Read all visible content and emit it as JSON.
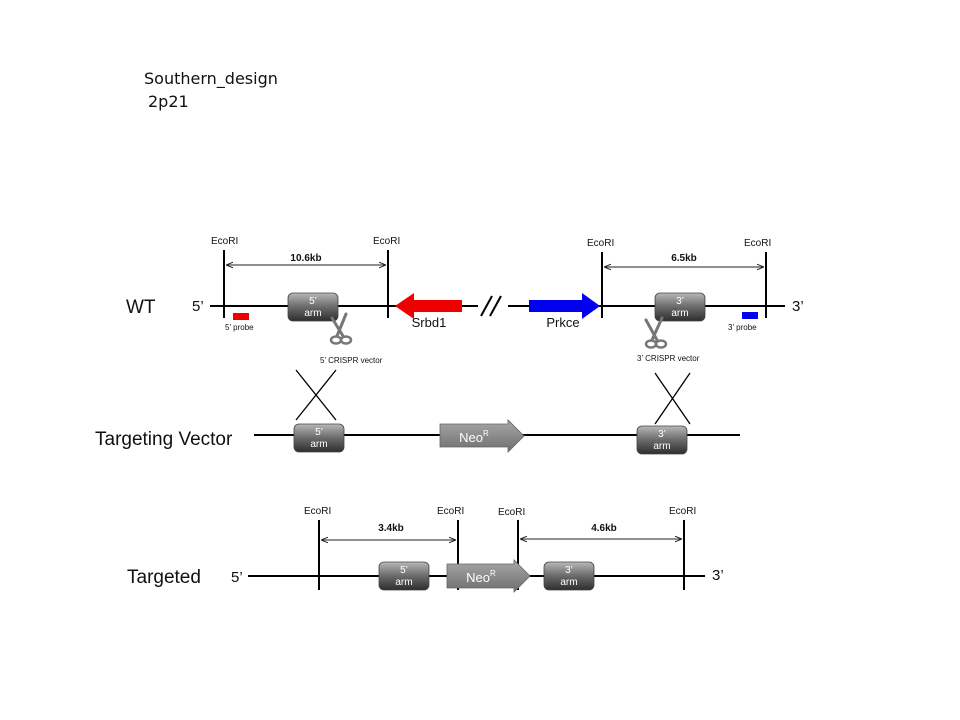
{
  "title": "Southern_design",
  "subtitle": "2p21",
  "rows": {
    "wt": "WT",
    "vector": "Targeting Vector",
    "targeted": "Targeted"
  },
  "ends": {
    "five": "5’",
    "three": "3’"
  },
  "site": "EcoRI",
  "fragments": {
    "wt_5": "10.6kb",
    "wt_3": "6.5kb",
    "tg_5": "3.4kb",
    "tg_3": "4.6kb"
  },
  "arm": {
    "five": "5’",
    "three": "3’",
    "word": "arm"
  },
  "genes": {
    "srbd1": "Srbd1",
    "prkce": "Prkce"
  },
  "probes": {
    "five": "5’ probe",
    "three": "3’ probe"
  },
  "crispr": {
    "five": "5’ CRISPR   vector",
    "three": "3’ CRISPR   vector"
  },
  "neo": {
    "base": "Neo",
    "sup": "R"
  },
  "colors": {
    "red": "#ee0000",
    "blue": "#0000ee",
    "arm": "#666666",
    "neo": "#888888"
  }
}
